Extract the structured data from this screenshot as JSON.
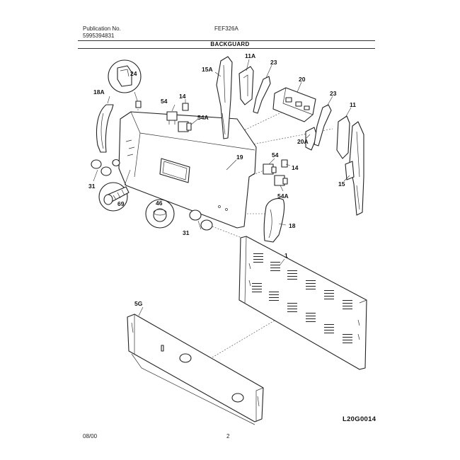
{
  "header": {
    "publication_label": "Publication No.",
    "publication_number": "5995394831",
    "model": "FEF326A",
    "section_title": "BACKGUARD"
  },
  "parts": [
    {
      "id": "p24",
      "label": "24"
    },
    {
      "id": "p18a",
      "label": "18A"
    },
    {
      "id": "p54-top",
      "label": "54"
    },
    {
      "id": "p14-top",
      "label": "14"
    },
    {
      "id": "p54a-top",
      "label": "54A"
    },
    {
      "id": "p15a",
      "label": "15A"
    },
    {
      "id": "p11a",
      "label": "11A"
    },
    {
      "id": "p23-top",
      "label": "23"
    },
    {
      "id": "p20",
      "label": "20"
    },
    {
      "id": "p23-right",
      "label": "23"
    },
    {
      "id": "p11",
      "label": "11"
    },
    {
      "id": "p20a",
      "label": "20A"
    },
    {
      "id": "p19",
      "label": "19"
    },
    {
      "id": "p54-mid",
      "label": "54"
    },
    {
      "id": "p14-mid",
      "label": "14"
    },
    {
      "id": "p15",
      "label": "15"
    },
    {
      "id": "p54a-mid",
      "label": "54A"
    },
    {
      "id": "p31-left",
      "label": "31"
    },
    {
      "id": "p69",
      "label": "69"
    },
    {
      "id": "p46",
      "label": "46"
    },
    {
      "id": "p31-mid",
      "label": "31"
    },
    {
      "id": "p18",
      "label": "18"
    },
    {
      "id": "p1",
      "label": "1"
    },
    {
      "id": "p5g",
      "label": "5G"
    }
  ],
  "diagram_code": "L20G0014",
  "footer": {
    "date": "08/00",
    "page": "2"
  },
  "colors": {
    "ink": "#111111",
    "paper": "#ffffff"
  }
}
